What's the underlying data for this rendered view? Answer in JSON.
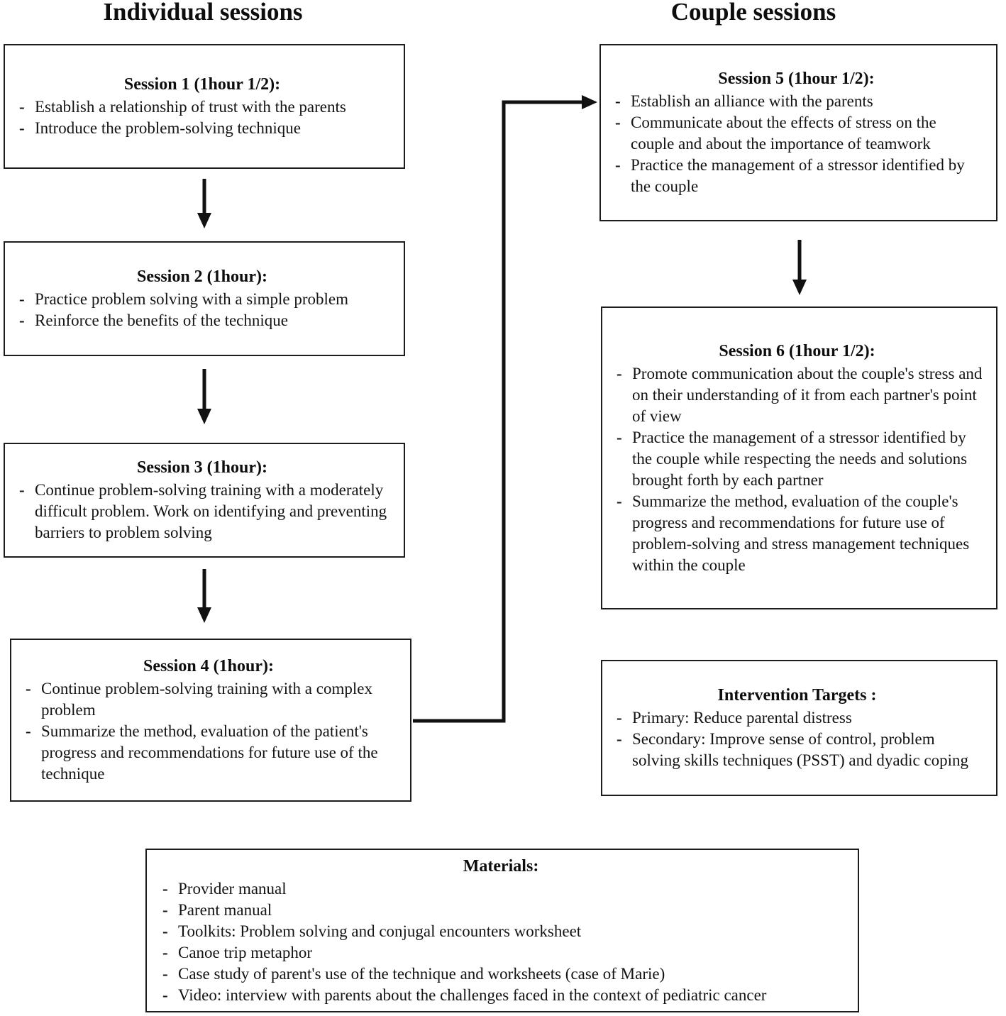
{
  "headers": {
    "individual": "Individual sessions",
    "couple": "Couple sessions"
  },
  "sessions": {
    "s1": {
      "title": "Session 1 (1hour 1/2):",
      "items": [
        "Establish a relationship of trust with the parents",
        "Introduce the problem-solving technique"
      ]
    },
    "s2": {
      "title": "Session 2 (1hour):",
      "items": [
        "Practice problem solving with a simple problem",
        "Reinforce the benefits of the technique"
      ]
    },
    "s3": {
      "title": "Session 3 (1hour):",
      "items": [
        "Continue problem-solving training with a moderately difficult problem. Work on identifying and preventing barriers to problem solving"
      ]
    },
    "s4": {
      "title": "Session 4 (1hour):",
      "items": [
        "Continue problem-solving training with a complex problem",
        "Summarize the method, evaluation of the patient's progress and recommendations for future use of the technique"
      ]
    },
    "s5": {
      "title": "Session 5 (1hour 1/2):",
      "items": [
        "Establish an alliance with the parents",
        "Communicate about the effects of stress on the couple and about the importance of teamwork",
        "Practice the management of a stressor identified by the couple"
      ]
    },
    "s6": {
      "title": "Session 6 (1hour 1/2):",
      "items": [
        "Promote communication about the couple's stress and on their understanding of it from each partner's point of view",
        "Practice the management of a stressor identified by the couple while respecting the needs and solutions brought forth by each partner",
        "Summarize the method, evaluation of the couple's progress and recommendations for future use of problem-solving and stress management techniques within the couple"
      ]
    }
  },
  "targets": {
    "title": "Intervention Targets :",
    "items": [
      "Primary: Reduce parental distress",
      "Secondary: Improve sense of control, problem solving skills techniques (PSST) and dyadic coping"
    ]
  },
  "materials": {
    "title": "Materials:",
    "items": [
      "Provider manual",
      "Parent manual",
      "Toolkits: Problem solving and conjugal encounters worksheet",
      "Canoe trip metaphor",
      "Case study of parent's use of the technique and worksheets (case of Marie)",
      "Video: interview with parents about the challenges faced in the context of pediatric cancer"
    ]
  },
  "colors": {
    "ink": "#111111",
    "border": "#1c1c1c",
    "background": "#ffffff"
  }
}
